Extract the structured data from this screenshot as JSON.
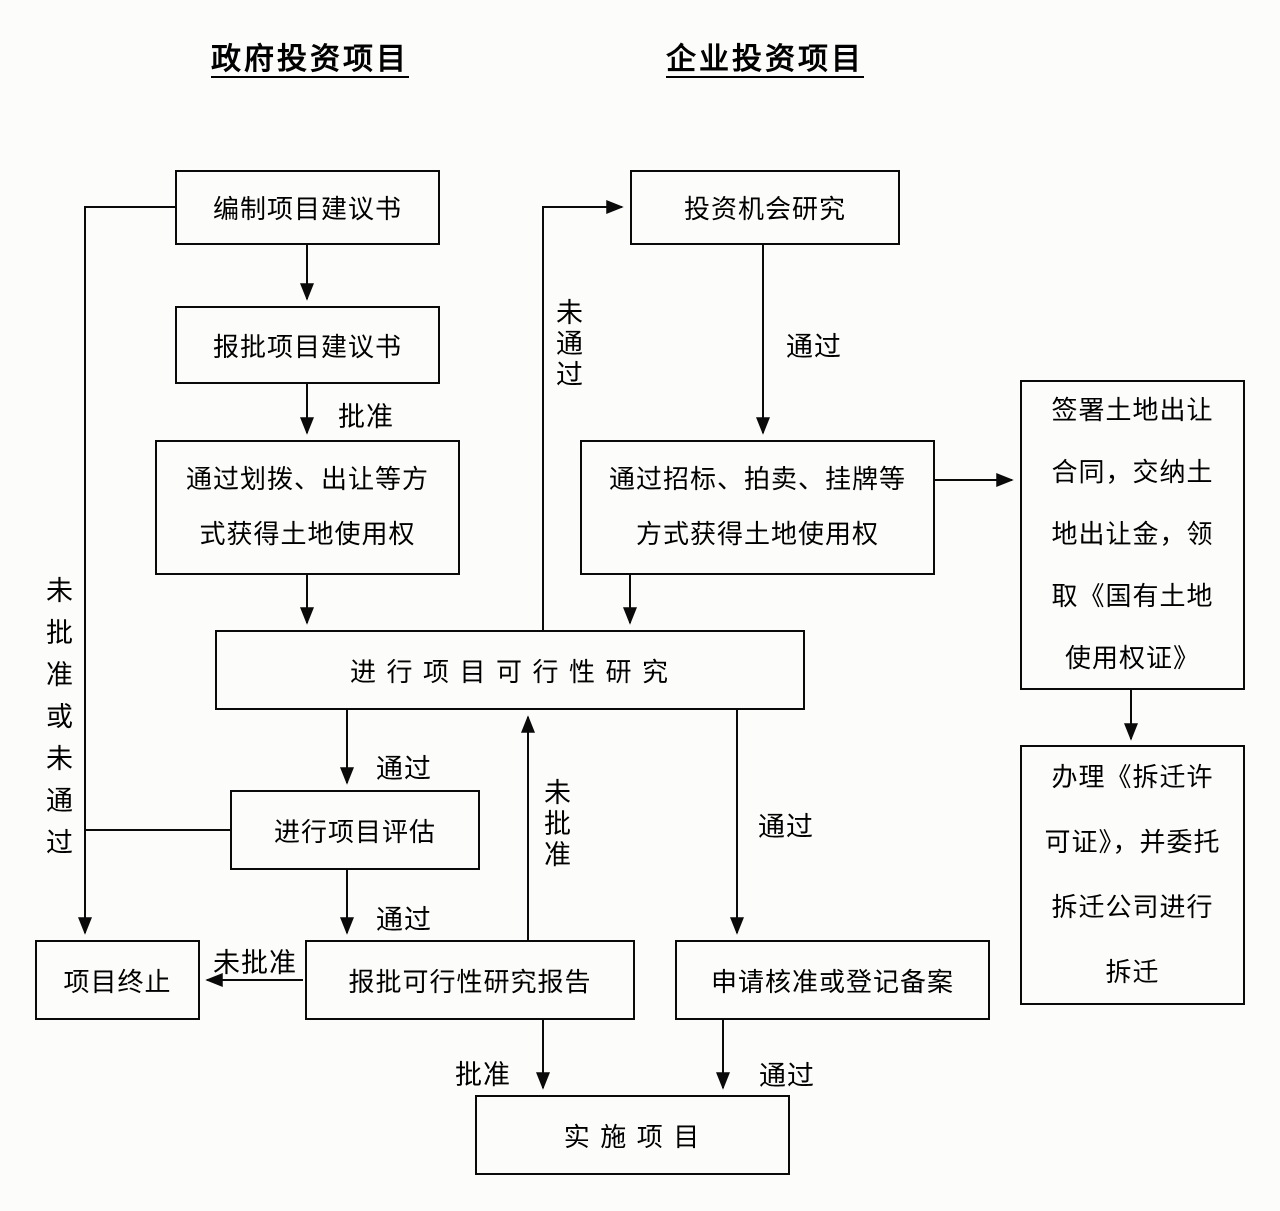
{
  "diagram": {
    "title_left": "政府投资项目",
    "title_right": "企业投资项目",
    "colors": {
      "line": "#0a0a0a",
      "background": "#fcfcfa"
    }
  },
  "boxes": {
    "bianzhi": "编制项目建议书",
    "baopi_jianyi": "报批项目建议书",
    "huabo": {
      "lines": [
        "通过划拨、出让等方",
        "式获得土地使用权"
      ]
    },
    "touzi": "投资机会研究",
    "zhaobiao": {
      "lines": [
        "通过招标、拍卖、挂牌等",
        "方式获得土地使用权"
      ]
    },
    "kexing": "进 行 项 目 可 行 性 研 究",
    "pinggu": "进行项目评估",
    "baopi_kexing": "报批可行性研究报告",
    "zhongzhi": "项目终止",
    "hezhun": "申请核准或登记备案",
    "shishi": "实 施 项 目",
    "qianshu": {
      "lines": [
        "签署土地出让",
        "合同，交纳土",
        "地出让金，领",
        "取《国有土地",
        "使用权证》"
      ]
    },
    "chaiqian": {
      "lines": [
        "办理《拆迁许",
        "可证》，并委托",
        "拆迁公司进行",
        "拆迁"
      ]
    }
  },
  "edge_labels": {
    "pizhun_jianyishu": "批准",
    "tongguo_zhaobiao": "通过",
    "wei_tongguo_loop": "未通过",
    "tongguo_pinggu": "通过",
    "tongguo_baopi": "通过",
    "wei_pizhun_loop": "未批准",
    "wei_pizhun_zhongzhi": "未批准",
    "pizhun_shishi": "批准",
    "tongguo_hezhun": "通过",
    "tongguo_shishi": "通过",
    "wei_pizhun_huo_wei_tongguo": "未批准或未通过"
  }
}
